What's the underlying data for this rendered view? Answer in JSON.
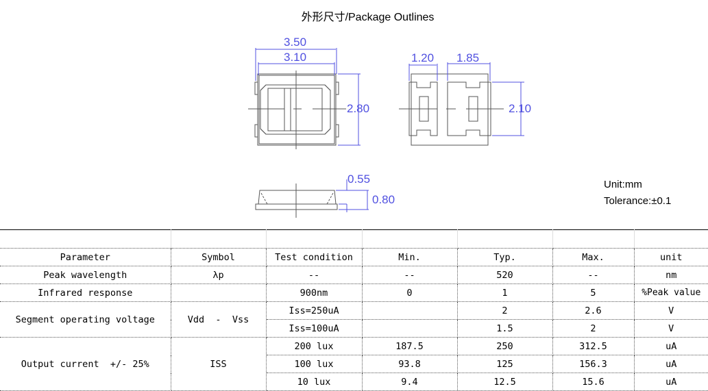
{
  "title": "外形尺寸/Package Outlines",
  "dimensions": {
    "d350": "3.50",
    "d310": "3.10",
    "d280": "2.80",
    "d120": "1.20",
    "d185": "1.85",
    "d210": "2.10",
    "d055": "0.55",
    "d080": "0.80"
  },
  "notes": {
    "unit": "Unit:mm",
    "tolerance": "Tolerance:±0.1"
  },
  "table": {
    "headers": [
      "Parameter",
      "Symbol",
      "Test condition",
      "Min.",
      "Typ.",
      "Max.",
      "unit"
    ],
    "peak": [
      "Peak wavelength",
      "λp",
      "--",
      "--",
      "520",
      "--",
      "nm"
    ],
    "infrared": [
      "Infrared response",
      "",
      "900nm",
      "0",
      "1",
      "5",
      "%Peak value"
    ],
    "segment": {
      "param": "Segment operating voltage",
      "symbol": "Vdd  -  Vss",
      "rows": [
        [
          "Iss=250uA",
          "",
          "2",
          "2.6",
          "V"
        ],
        [
          "Iss=100uA",
          "",
          "1.5",
          "2",
          "V"
        ]
      ]
    },
    "output": {
      "param": "Output current  +/- 25%",
      "symbol": "ISS",
      "rows": [
        [
          "200 lux",
          "187.5",
          "250",
          "312.5",
          "uA"
        ],
        [
          "100 lux",
          "93.8",
          "125",
          "156.3",
          "uA"
        ],
        [
          "10 lux",
          "9.4",
          "12.5",
          "15.6",
          "uA"
        ]
      ]
    }
  },
  "colors": {
    "dimension": "#5050e0",
    "outline": "#555555"
  }
}
